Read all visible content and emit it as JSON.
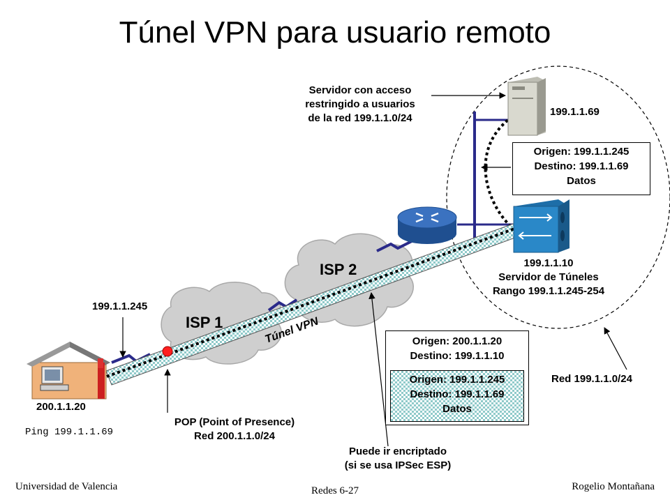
{
  "title": "Túnel VPN para usuario remoto",
  "labels": {
    "server_note": [
      "Servidor con acceso",
      "restringido a usuarios",
      "de la red 199.1.1.0/24"
    ],
    "server_ip": "199.1.1.69",
    "tunnel_server_ip": "199.1.1.10",
    "tunnel_server_name": "Servidor de Túneles",
    "tunnel_server_range": "Rango 199.1.1.245-254",
    "home_vpn_ip": "199.1.1.245",
    "home_ip": "200.1.1.20",
    "ping_cmd": "Ping 199.1.1.69",
    "isp1": "ISP 1",
    "isp2": "ISP 2",
    "tunnel": "Túnel VPN",
    "pop": [
      "POP (Point of Presence)",
      "Red 200.1.1.0/24"
    ],
    "encrypt_note": [
      "Puede ir encriptado",
      "(si se usa IPSec ESP)"
    ],
    "network": "Red 199.1.1.0/24"
  },
  "inner_packet": {
    "origin_label": "Origen:",
    "origin": "199.1.1.245",
    "dest_label": "Destino:",
    "dest": "199.1.1.69",
    "data": "Datos"
  },
  "outer_packet": {
    "origin_label": "Origen:",
    "origin": "200.1.1.20",
    "dest_label": "Destino:",
    "dest": "199.1.1.10",
    "inner": {
      "origin_label": "Origen:",
      "origin": "199.1.1.245",
      "dest_label": "Destino:",
      "dest": "199.1.1.69",
      "data": "Datos"
    }
  },
  "footer": {
    "left": "Universidad de Valencia",
    "center": "Redes 6-27",
    "right": "Rogelio Montañana"
  },
  "colors": {
    "cloud": "#cfcfcf",
    "router": "#2d5fa8",
    "tunnel_device": "#2a7fc0",
    "link": "#2a2a8a",
    "house_wall": "#f0b27a",
    "house_roof": "#999999",
    "pop_dot": "#ff2020"
  }
}
